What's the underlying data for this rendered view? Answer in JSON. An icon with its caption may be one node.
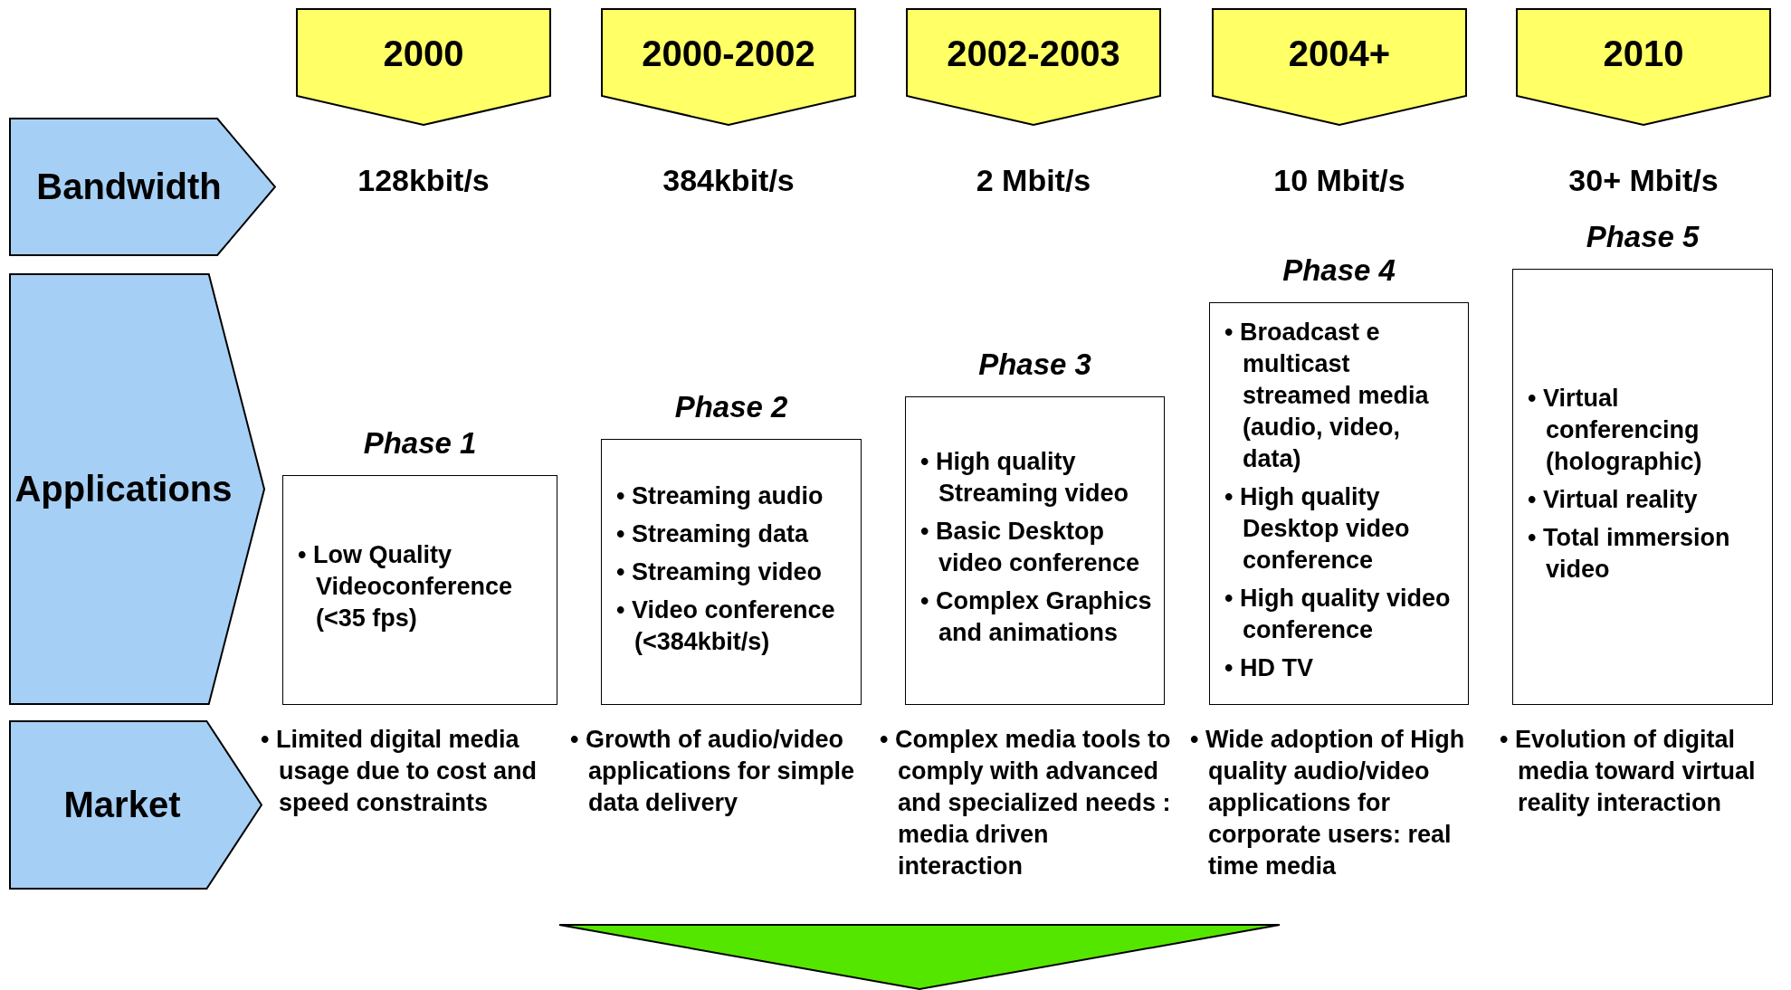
{
  "diagram": {
    "nodes": [
      {
        "text": [
          "2000"
        ]
      },
      {
        "text": [
          "2000-2002"
        ]
      },
      {
        "text": [
          "2002-2003"
        ]
      },
      {
        "text": [
          "2004+"
        ]
      },
      {
        "text": [
          "2010"
        ]
      },
      {
        "text": [
          "Bandwidth"
        ]
      },
      {
        "text": [
          "Applications"
        ]
      },
      {
        "text": [
          "Phase 1",
          "• Low Quality Videoconference (<35 fps)"
        ]
      },
      {
        "text": [
          "Phase 2",
          "• Streaming audio",
          "• Streaming data",
          "• Streaming video",
          "• Video conference (<384kbit/s)"
        ]
      },
      {
        "text": [
          "Phase 3",
          "• High quality Streaming video",
          "• Basic Desktop video conference",
          "• Complex Graphics and animations"
        ]
      },
      {
        "text": [
          "Phase 4",
          "• Broadcast e multicast streamed media (audio, video, data)",
          "• High quality Desktop video conference",
          "• High quality video conference",
          "• HD TV"
        ]
      },
      {
        "text": [
          "Phase 5",
          "• Virtual conferencing (holographic)",
          "• Virtual reality",
          "• Total immersion video"
        ]
      },
      {
        "text": [
          "Market"
        ]
      }
    ],
    "edges": [],
    "labels": [
      "128kbit/s",
      "384kbit/s",
      "2 Mbit/s",
      "10 Mbit/s",
      "30+ Mbit/s",
      "• Limited digital media usage due to cost and speed constraints",
      "• Growth of audio/video applications for simple data delivery",
      "• Complex media tools to comply with advanced and specialized needs : media driven interaction",
      "• Wide adoption of High quality audio/video applications for corporate users: real time media",
      "• Evolution of digital media toward virtual reality interaction"
    ]
  }
}
